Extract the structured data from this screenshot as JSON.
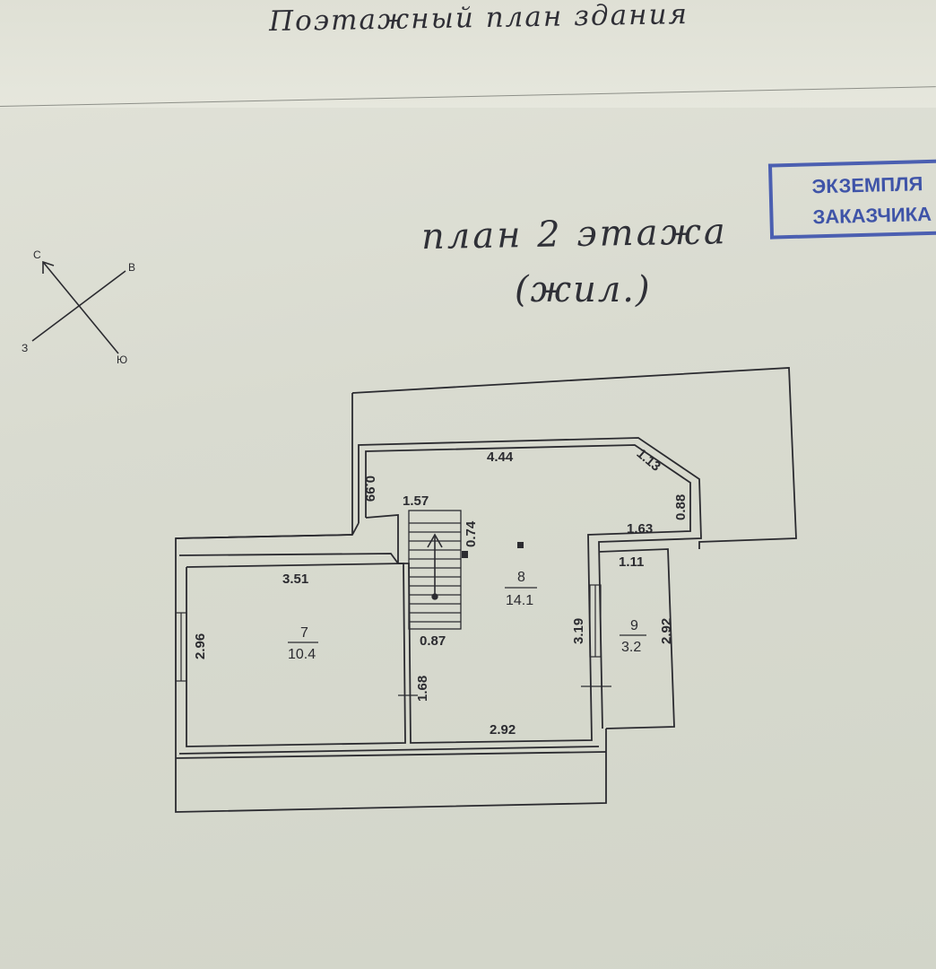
{
  "header": {
    "title": "Поэтажный план здания"
  },
  "stamp": {
    "line1": "ЭКЗЕМПЛЯ",
    "line2": "ЗАКАЗЧИКА"
  },
  "plan": {
    "title": "план 2 этажа",
    "subtitle": "(жил.)"
  },
  "compass": {
    "north": "С",
    "east": "В",
    "west": "З",
    "south": "Ю"
  },
  "dimensions": {
    "d444": "4.44",
    "d113": "1.13",
    "d099": "0.99",
    "d088": "0.88",
    "d157": "1.57",
    "d074": "0.74",
    "d163": "1.63",
    "d111": "1.11",
    "d351": "3.51",
    "d296": "2.96",
    "d087": "0.87",
    "d319": "3.19",
    "d292a": "2.92",
    "d168": "1.68",
    "d292b": "2.92"
  },
  "rooms": [
    {
      "number": "7",
      "area": "10.4"
    },
    {
      "number": "8",
      "area": "14.1"
    },
    {
      "number": "9",
      "area": "3.2"
    }
  ],
  "colors": {
    "ink": "#2b2b30",
    "stamp": "#4b5fb1",
    "paper": "#dcddd2"
  }
}
